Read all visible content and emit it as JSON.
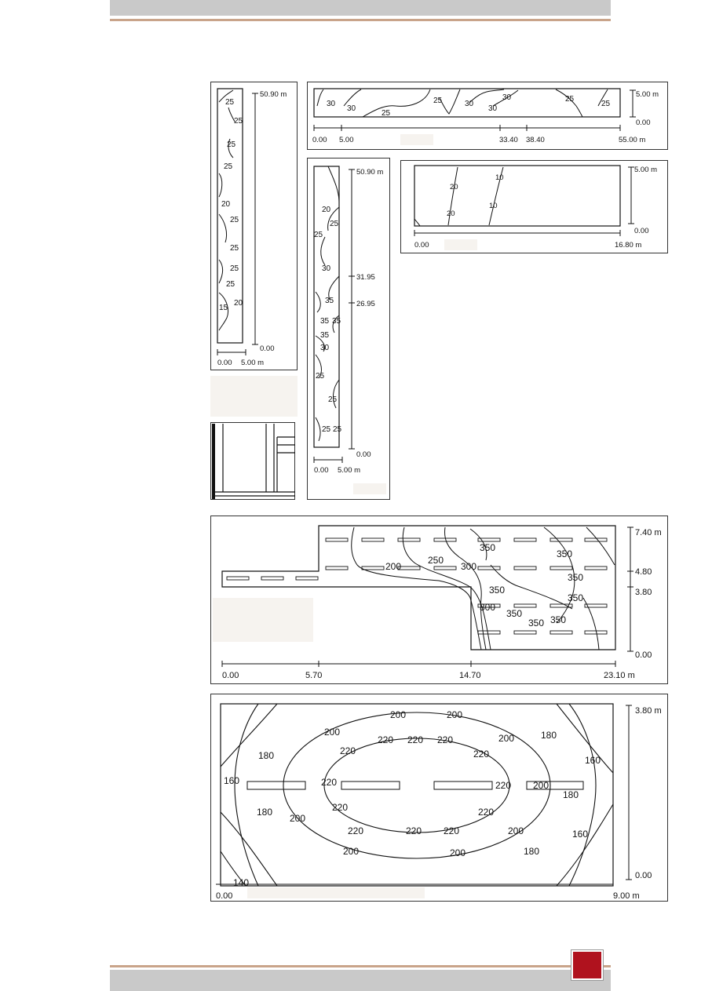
{
  "colors": {
    "band": "#c9c9c9",
    "rule": "#c9a48a",
    "badge": "#b0121e"
  },
  "panels": {
    "a": {
      "dims": [
        "50.90 m",
        "0.00",
        "5.00 m"
      ],
      "contours": [
        "25",
        "25",
        "25",
        "25",
        "20",
        "25",
        "25",
        "25",
        "25",
        "20",
        "15"
      ]
    },
    "b": {
      "dims": [
        "5.00 m",
        "0.00",
        "0.00",
        "5.00",
        "33.40",
        "38.40",
        "55.00 m"
      ],
      "contours": [
        "30",
        "30",
        "25",
        "25",
        "30",
        "30",
        "30",
        "25",
        "25"
      ]
    },
    "c": {
      "dims": [
        "50.90 m",
        "31.95",
        "26.95",
        "0.00",
        "0.00",
        "5.00 m"
      ],
      "contours": [
        "20",
        "25",
        "25",
        "30",
        "35",
        "35",
        "35",
        "35",
        "30",
        "25",
        "25",
        "25",
        "25"
      ]
    },
    "d": {
      "dims": [
        "5.00 m",
        "0.00",
        "0.00",
        "16.80 m"
      ],
      "contours": [
        "10",
        "20",
        "10",
        "20"
      ]
    },
    "e": {
      "dims": [
        "7.40 m",
        "4.80",
        "3.80",
        "0.00",
        "0.00",
        "5.70",
        "14.70",
        "23.10 m"
      ],
      "contours": [
        "350",
        "350",
        "200",
        "250",
        "300",
        "350",
        "350",
        "300",
        "350",
        "350",
        "350",
        "350"
      ]
    },
    "f": {
      "dims": [
        "3.80 m",
        "0.00",
        "0.00",
        "9.00 m"
      ],
      "contours": [
        "200",
        "200",
        "200",
        "180",
        "220",
        "220",
        "220",
        "220",
        "220",
        "160",
        "200",
        "180",
        "220",
        "220",
        "200",
        "160",
        "180",
        "180",
        "220",
        "220",
        "200",
        "220",
        "220",
        "220",
        "200",
        "160",
        "180",
        "140",
        "200",
        "200"
      ]
    }
  }
}
